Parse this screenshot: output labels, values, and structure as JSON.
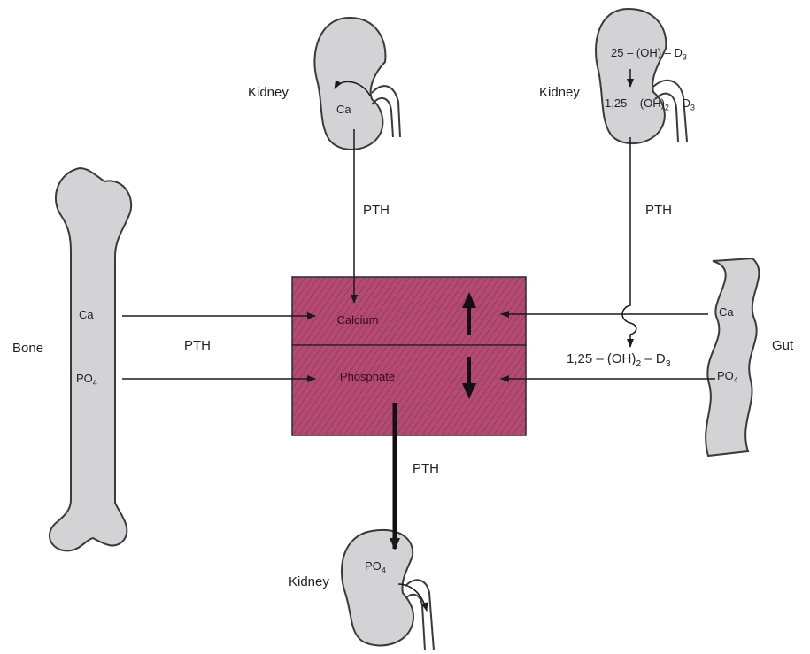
{
  "colors": {
    "organ_fill": "#d3d3d6",
    "organ_stroke": "#3a3a3a",
    "box_fill": "#b34a72",
    "line": "#1a1a1a"
  },
  "labels": {
    "bone": "Bone",
    "bone_ca": "Ca",
    "bone_po4_main": "PO",
    "bone_po4_sub": "4",
    "pth_bone": "PTH",
    "kidney_top_left": "Kidney",
    "kidney_top_left_ca": "Ca",
    "pth_top_left": "PTH",
    "kidney_top_right": "Kidney",
    "vitd_precursor": "25 – (OH) – D",
    "vitd_precursor_sub": "3",
    "vitd_active_main": "1,25 – (OH)",
    "vitd_active_sub2": "2",
    "vitd_active_tail": " – D",
    "vitd_active_sub3": "3",
    "pth_top_right": "PTH",
    "gut": "Gut",
    "gut_ca": "Ca",
    "gut_po4_main": "PO",
    "gut_po4_sub": "4",
    "vitd_gut_main": "1,25 – (OH)",
    "vitd_gut_sub2": "2",
    "vitd_gut_tail": " – D",
    "vitd_gut_sub3": "3",
    "calcium": "Calcium",
    "phosphate": "Phosphate",
    "pth_bottom": "PTH",
    "kidney_bottom": "Kidney",
    "kidney_bottom_po4_main": "PO",
    "kidney_bottom_po4_sub": "4"
  }
}
